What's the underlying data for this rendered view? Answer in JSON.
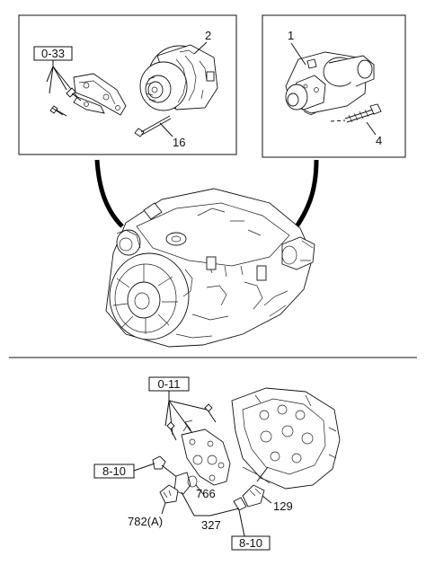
{
  "callouts": {
    "ref_0_33": "0-33",
    "ref_0_11": "0-11",
    "ref_8_10_left": "8-10",
    "ref_8_10_bottom": "8-10",
    "part_2": "2",
    "part_16": "16",
    "part_1": "1",
    "part_4": "4",
    "part_766": "766",
    "part_129": "129",
    "part_782A": "782(A)",
    "part_327": "327"
  },
  "icons": {
    "alternator": "alternator-icon",
    "starter": "starter-motor-icon",
    "engine": "engine-block-icon",
    "cylinder_head": "cylinder-head-icon",
    "bolt": "bolt-icon",
    "bracket": "bracket-icon",
    "sensor": "sensor-icon"
  }
}
